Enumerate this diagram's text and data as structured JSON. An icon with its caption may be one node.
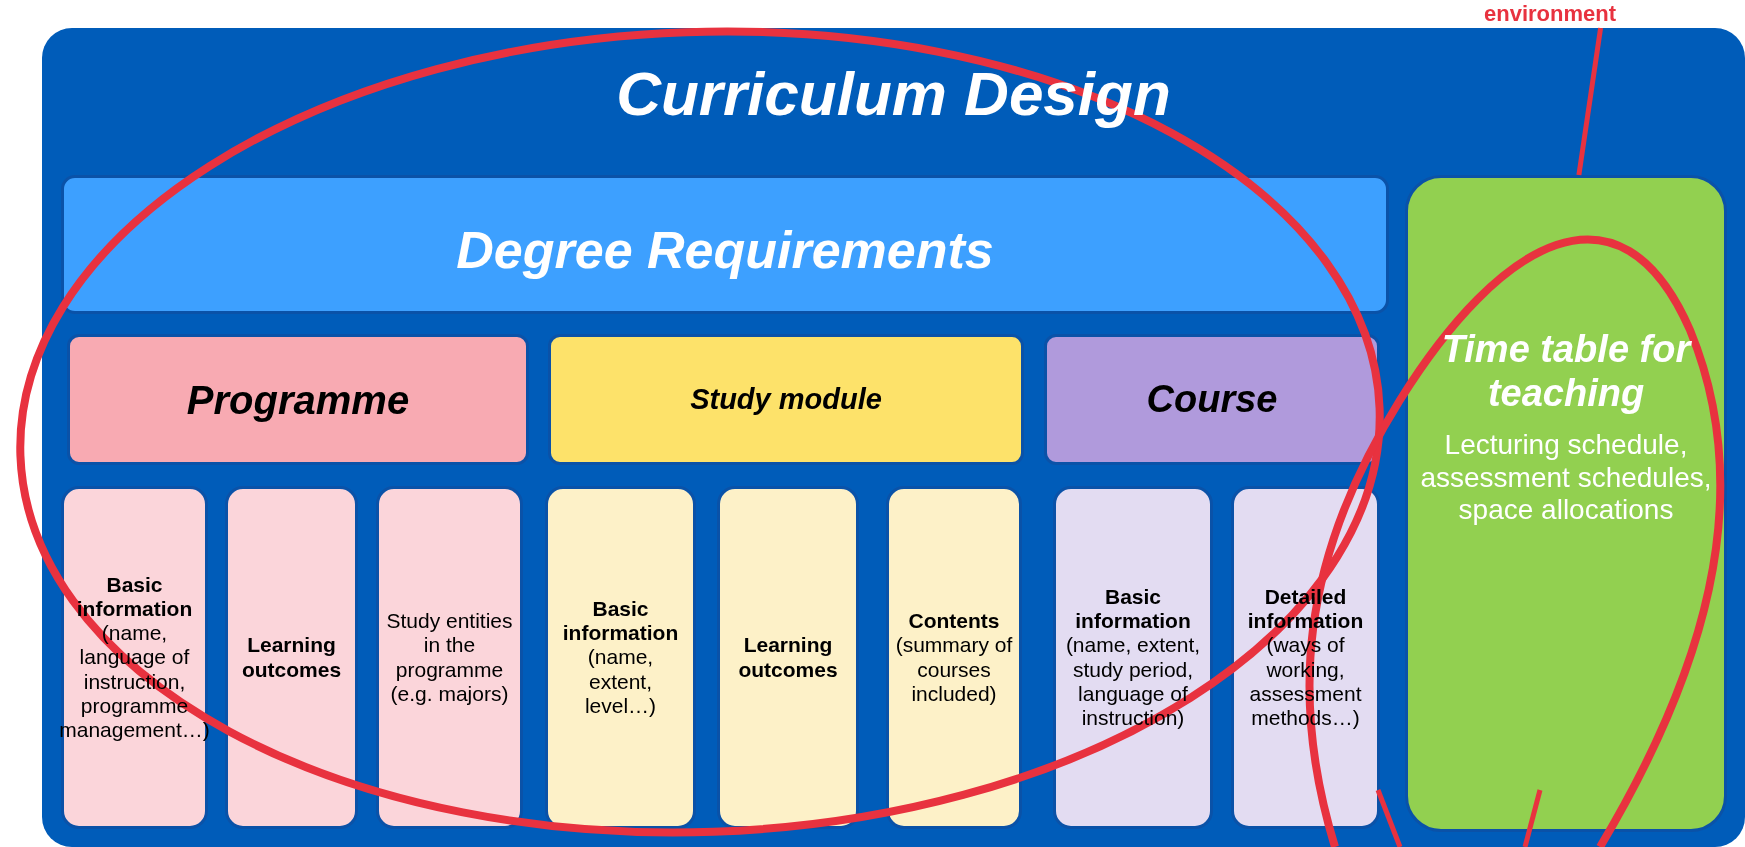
{
  "diagram": {
    "nodes": [
      {
        "text": [
          "Curriculum Design"
        ]
      },
      {
        "text": [
          "Degree Requirements"
        ],
        "in": 0
      },
      {
        "text": [
          "Programme"
        ],
        "in": 0
      },
      {
        "text": [
          "Study module"
        ],
        "in": 0
      },
      {
        "text": [
          "Course"
        ],
        "in": 0
      },
      {
        "text": [
          "**Basic information** (name, language of instruction, programme management…)"
        ],
        "in": 0
      },
      {
        "text": [
          "Learning outcomes"
        ],
        "in": 0
      },
      {
        "text": [
          "Study entities in the programme (e.g. majors)"
        ],
        "in": 0
      },
      {
        "text": [
          "**Basic information** (name, extent, level…)"
        ],
        "in": 0
      },
      {
        "text": [
          "Learning outcomes"
        ],
        "in": 0
      },
      {
        "text": [
          "**Contents** (summary of courses included)"
        ],
        "in": 0
      },
      {
        "text": [
          "**Basic information** (name, extent, study period, language of instruction)"
        ],
        "in": 0
      },
      {
        "text": [
          "**Detailed information** (ways of working, assessment methods…)"
        ],
        "in": 0
      },
      {
        "text": [
          "Time table for teaching",
          "Lecturing schedule, assessment schedules, space allocations"
        ],
        "in": 0
      },
      {
        "text": [
          "environment"
        ]
      }
    ],
    "edges": [
      {
        "from": 14,
        "to": 13,
        "arrow": "none"
      }
    ]
  }
}
